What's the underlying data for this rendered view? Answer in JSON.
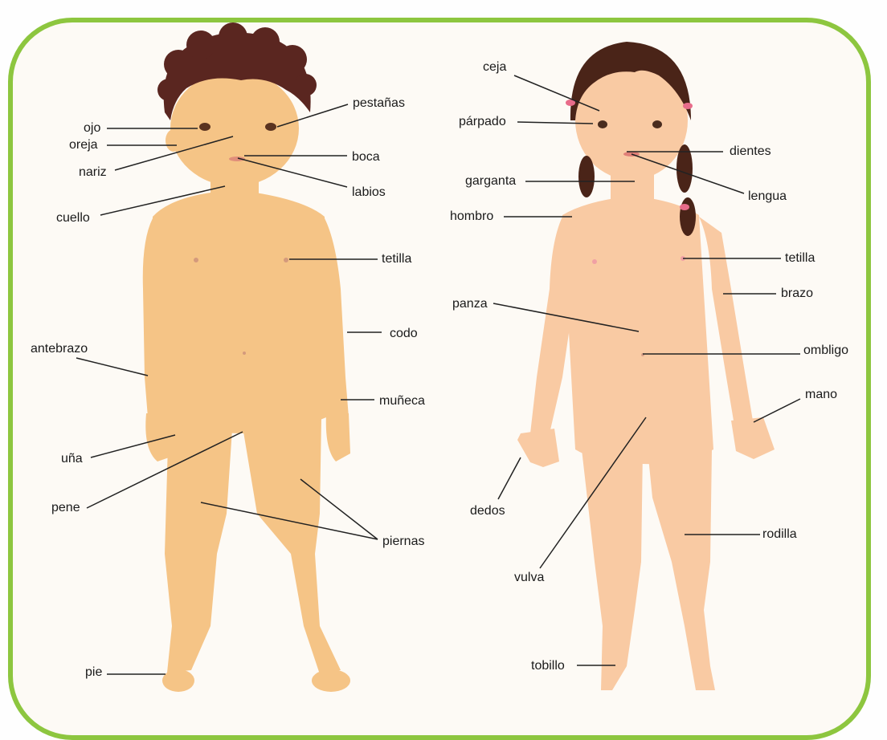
{
  "colors": {
    "frame": "#8dc63f",
    "background": "#fdfaf5",
    "boy_skin": "#f5c486",
    "girl_skin": "#f9caa3",
    "boy_hair": "#5a2620",
    "girl_hair": "#4a2418",
    "line": "#222222"
  },
  "boy_labels": {
    "ojo": "ojo",
    "oreja": "oreja",
    "nariz": "nariz",
    "cuello": "cuello",
    "pestanas": "pestañas",
    "boca": "boca",
    "labios": "labios",
    "tetilla": "tetilla",
    "codo": "codo",
    "antebrazo": "antebrazo",
    "muneca": "muñeca",
    "una": "uña",
    "pene": "pene",
    "piernas": "piernas",
    "pie": "pie"
  },
  "girl_labels": {
    "ceja": "ceja",
    "parpado": "párpado",
    "garganta": "garganta",
    "hombro": "hombro",
    "dientes": "dientes",
    "lengua": "lengua",
    "tetilla": "tetilla",
    "brazo": "brazo",
    "panza": "panza",
    "ombligo": "ombligo",
    "mano": "mano",
    "dedos": "dedos",
    "rodilla": "rodilla",
    "vulva": "vulva",
    "tobillo": "tobillo"
  }
}
